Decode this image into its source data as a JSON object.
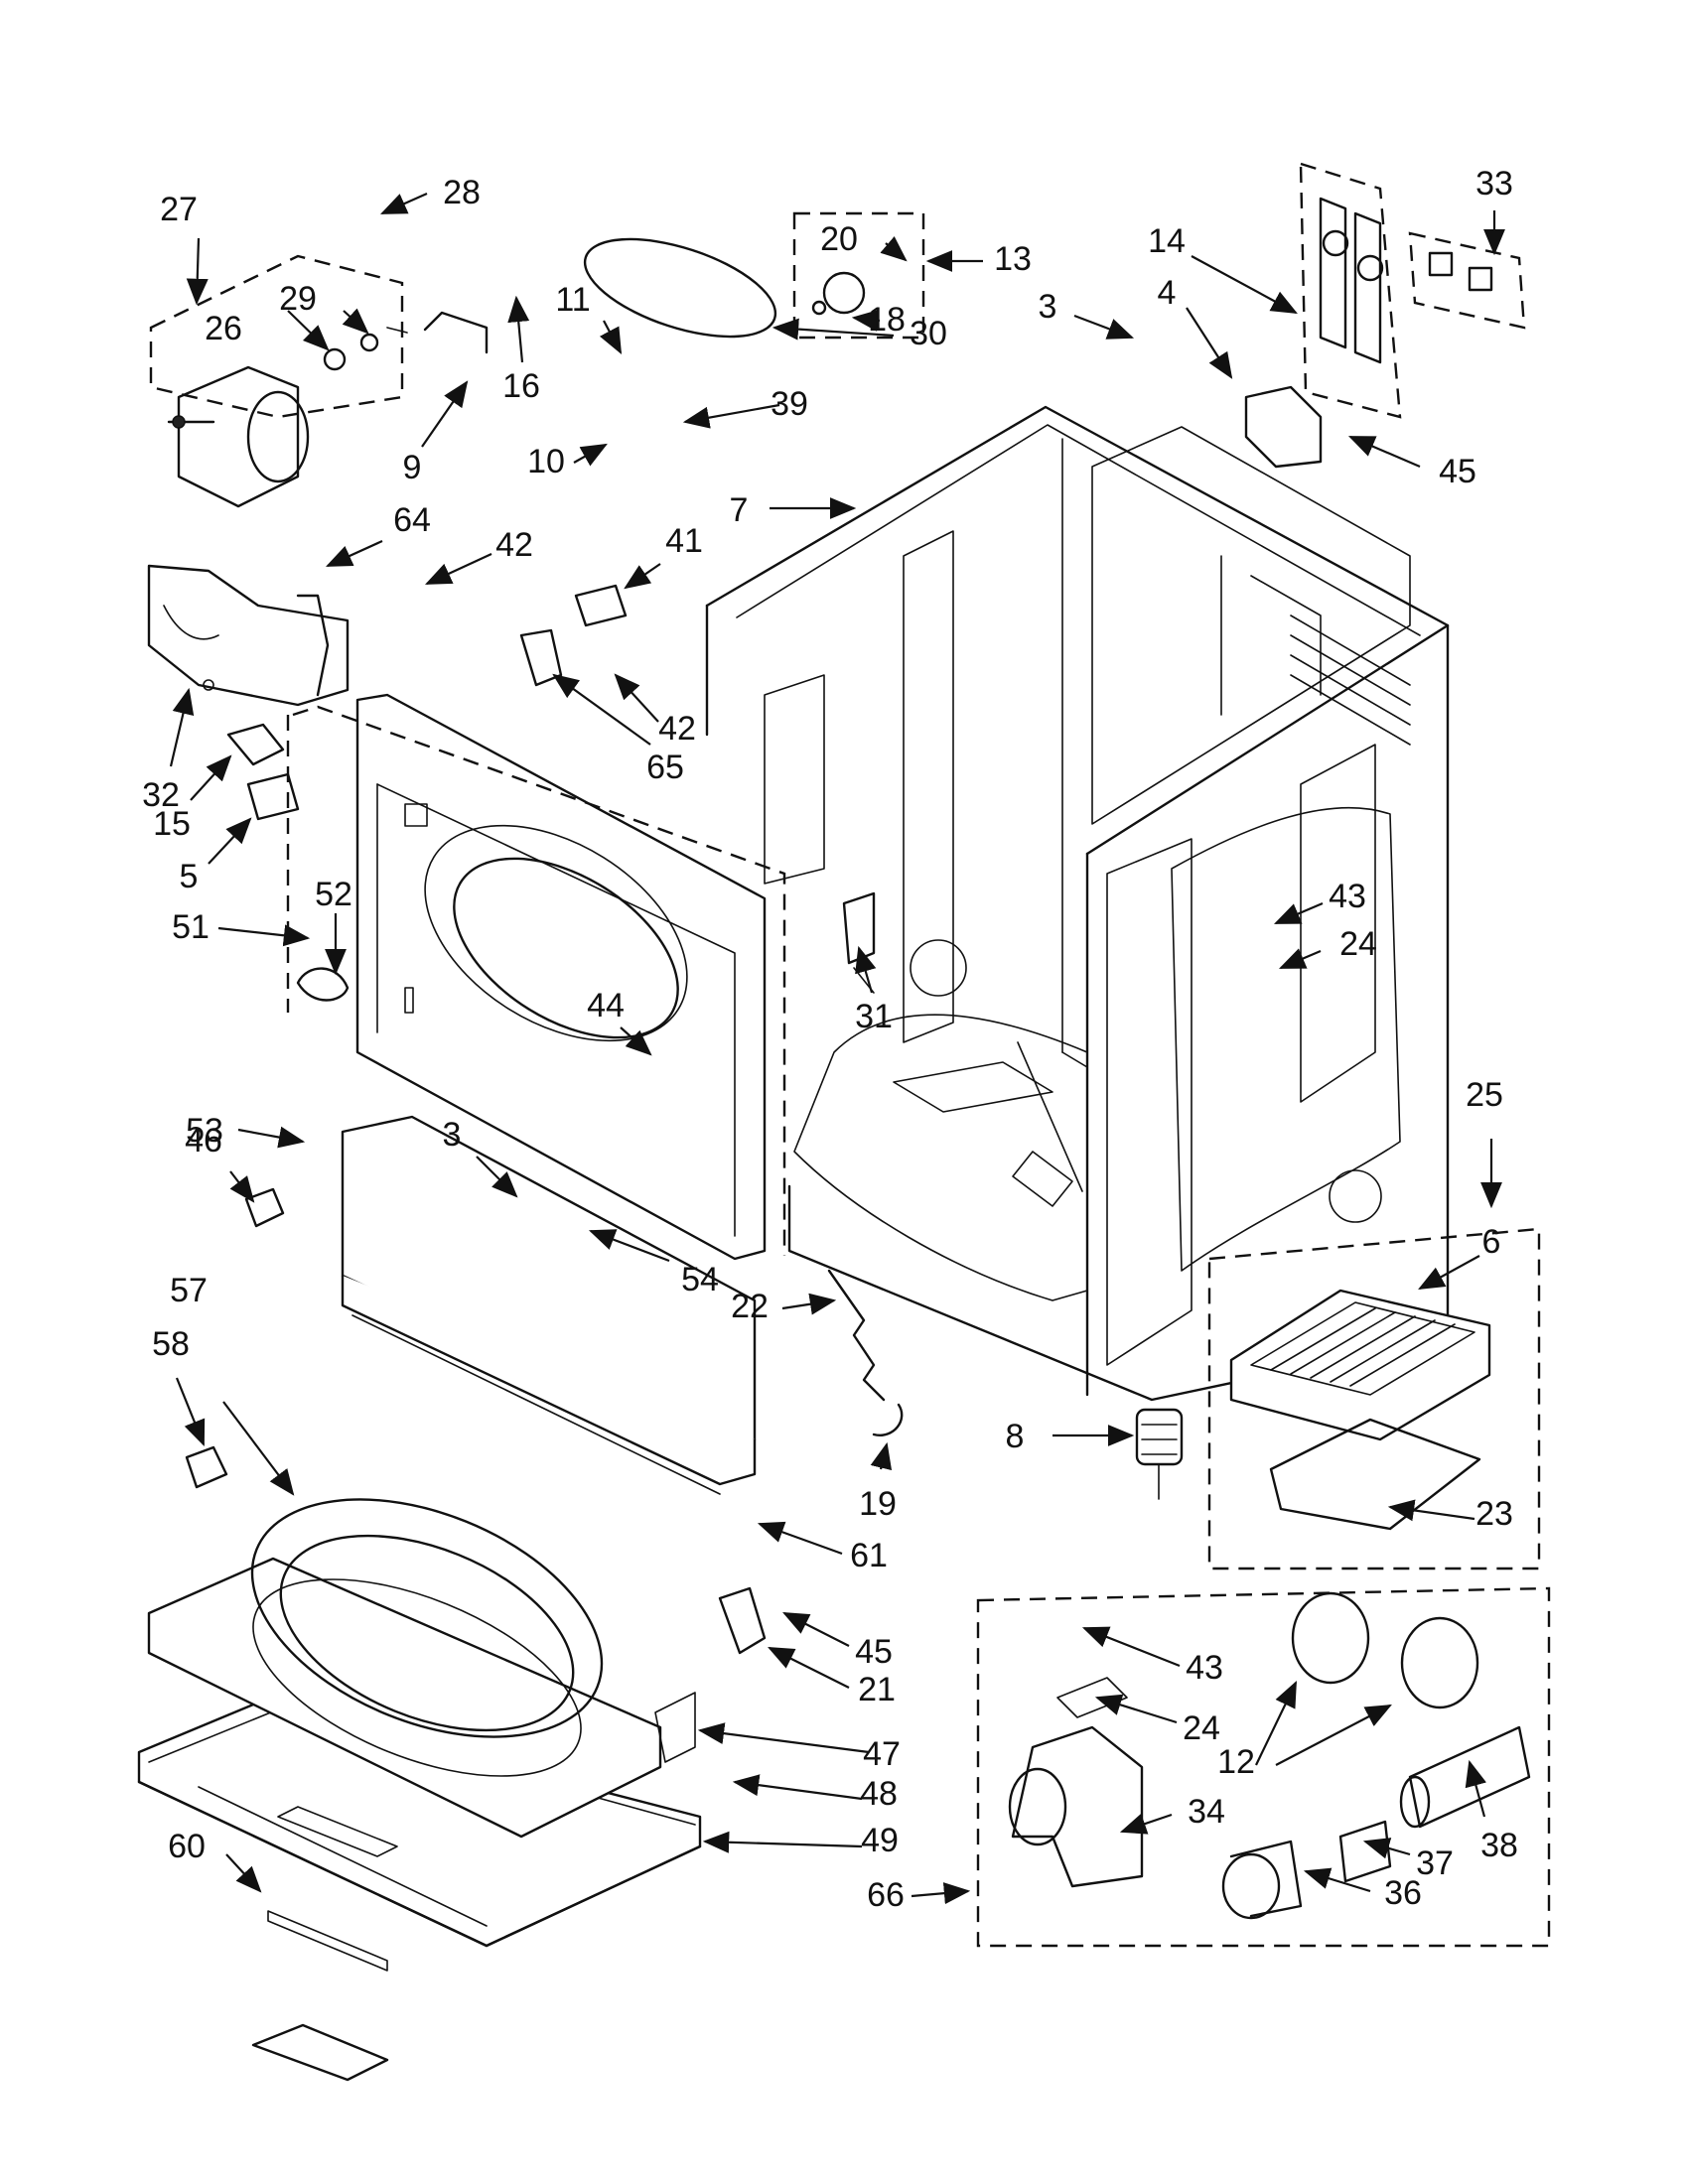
{
  "callouts": [
    {
      "id": "c27",
      "label": "27"
    },
    {
      "id": "c28",
      "label": "28"
    },
    {
      "id": "c29",
      "label": "29"
    },
    {
      "id": "c26",
      "label": "26"
    },
    {
      "id": "c16",
      "label": "16"
    },
    {
      "id": "c9",
      "label": "9"
    },
    {
      "id": "c20",
      "label": "20"
    },
    {
      "id": "c13",
      "label": "13"
    },
    {
      "id": "c18",
      "label": "18"
    },
    {
      "id": "c11",
      "label": "11"
    },
    {
      "id": "c30",
      "label": "30"
    },
    {
      "id": "c39",
      "label": "39"
    },
    {
      "id": "c10",
      "label": "10"
    },
    {
      "id": "c3a",
      "label": "3"
    },
    {
      "id": "c33",
      "label": "33"
    },
    {
      "id": "c14",
      "label": "14"
    },
    {
      "id": "c4",
      "label": "4"
    },
    {
      "id": "c45a",
      "label": "45"
    },
    {
      "id": "c7",
      "label": "7"
    },
    {
      "id": "c64",
      "label": "64"
    },
    {
      "id": "c42a",
      "label": "42"
    },
    {
      "id": "c41",
      "label": "41"
    },
    {
      "id": "c42b",
      "label": "42"
    },
    {
      "id": "c65",
      "label": "65"
    },
    {
      "id": "c32",
      "label": "32"
    },
    {
      "id": "c15",
      "label": "15"
    },
    {
      "id": "c5",
      "label": "5"
    },
    {
      "id": "c52",
      "label": "52"
    },
    {
      "id": "c51",
      "label": "51"
    },
    {
      "id": "c44",
      "label": "44"
    },
    {
      "id": "c31",
      "label": "31"
    },
    {
      "id": "c43a",
      "label": "43"
    },
    {
      "id": "c24a",
      "label": "24"
    },
    {
      "id": "c53",
      "label": "53"
    },
    {
      "id": "c3b",
      "label": "3"
    },
    {
      "id": "c46",
      "label": "46"
    },
    {
      "id": "c54",
      "label": "54"
    },
    {
      "id": "c22",
      "label": "22"
    },
    {
      "id": "c25",
      "label": "25"
    },
    {
      "id": "c6",
      "label": "6"
    },
    {
      "id": "c57",
      "label": "57"
    },
    {
      "id": "c58",
      "label": "58"
    },
    {
      "id": "c8",
      "label": "8"
    },
    {
      "id": "c19",
      "label": "19"
    },
    {
      "id": "c23",
      "label": "23"
    },
    {
      "id": "c61",
      "label": "61"
    },
    {
      "id": "c45b",
      "label": "45"
    },
    {
      "id": "c21",
      "label": "21"
    },
    {
      "id": "c43b",
      "label": "43"
    },
    {
      "id": "c24b",
      "label": "24"
    },
    {
      "id": "c12",
      "label": "12"
    },
    {
      "id": "c47",
      "label": "47"
    },
    {
      "id": "c48",
      "label": "48"
    },
    {
      "id": "c49",
      "label": "49"
    },
    {
      "id": "c34",
      "label": "34"
    },
    {
      "id": "c38",
      "label": "38"
    },
    {
      "id": "c37",
      "label": "37"
    },
    {
      "id": "c36",
      "label": "36"
    },
    {
      "id": "c60",
      "label": "60"
    },
    {
      "id": "c66",
      "label": "66"
    }
  ]
}
